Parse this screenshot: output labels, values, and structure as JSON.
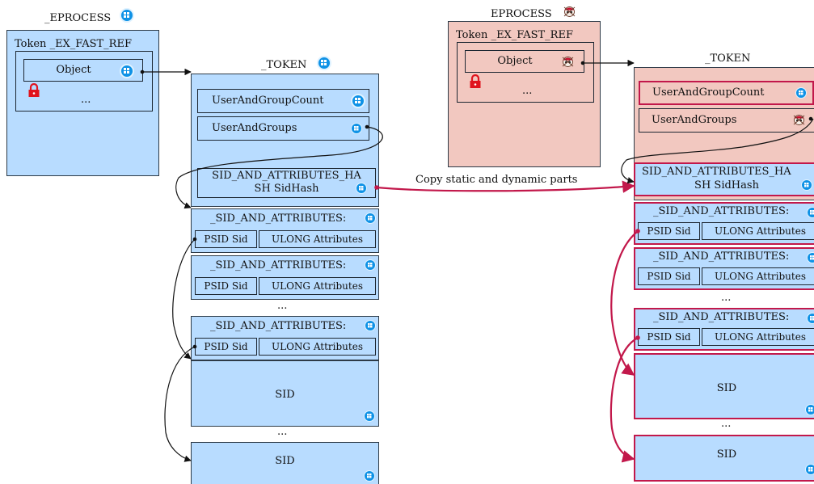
{
  "left": {
    "eprocess_label": "_EPROCESS",
    "token_ref_label": "Token _EX_FAST_REF",
    "object_label": "Object",
    "ellipsis_object": "...",
    "token_label": "_TOKEN",
    "user_and_group_count": "UserAndGroupCount",
    "user_and_groups": "UserAndGroups",
    "sid_hash_line1": "SID_AND_ATTRIBUTES_HA",
    "sid_hash_line2": "SH SidHash",
    "sid_and_attributes_label": "_SID_AND_ATTRIBUTES:",
    "psid_sid": "PSID Sid",
    "ulong_attributes": "ULONG Attributes",
    "ellipsis_between": "...",
    "sid_label": "SID",
    "ellipsis_sid": "..."
  },
  "middle": {
    "copy_label": "Copy static and dynamic parts"
  },
  "right": {
    "eprocess_label": "EPROCESS",
    "token_ref_label": "Token _EX_FAST_REF",
    "object_label": "Object",
    "ellipsis_object": "...",
    "token_label": "_TOKEN",
    "user_and_group_count": "UserAndGroupCount",
    "user_and_groups": "UserAndGroups",
    "sid_hash_line1": "SID_AND_ATTRIBUTES_HA",
    "sid_hash_line2": "SH SidHash",
    "sid_and_attributes_label": "_SID_AND_ATTRIBUTES:",
    "psid_sid": "PSID Sid",
    "ulong_attributes": "ULONG Attributes",
    "ellipsis_between": "...",
    "sid_label": "SID",
    "ellipsis_sid": "..."
  },
  "icons": {
    "windows": "windows-logo-icon",
    "pirate": "pirate-skull-icon",
    "lock": "padlock-icon"
  },
  "colors": {
    "blue_fill": "#b8dcff",
    "red_fill": "#f2c8c0",
    "accent_red": "#c2184b",
    "windows_blue": "#0f92e6",
    "lock_red": "#e0141e"
  }
}
